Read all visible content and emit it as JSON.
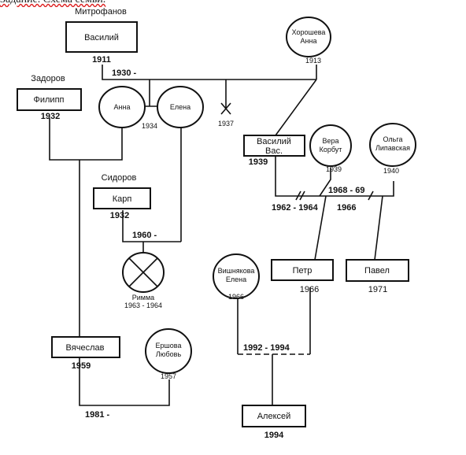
{
  "header_fragment": "Задание. Схема семьи.",
  "people": {
    "mitrofanov": {
      "surname": "Митрофанов",
      "name": "Василий",
      "year": "1911"
    },
    "khorosheva": {
      "name_line1": "Хорошева",
      "name_line2": "Анна",
      "year": "1913"
    },
    "zadorov": {
      "surname": "Задоров",
      "name": "Филипп",
      "year": "1932"
    },
    "anna": {
      "name": "Анна"
    },
    "elena": {
      "name": "Елена"
    },
    "vasiliy_vas": {
      "name_line1": "Василий",
      "name_line2": "Вас.",
      "year": "1939"
    },
    "vera": {
      "name_line1": "Вера",
      "name_line2": "Корбут",
      "year": "1939"
    },
    "olga": {
      "name_line1": "Ольга",
      "name_line2": "Липавская",
      "year": "1940"
    },
    "sidorov": {
      "surname": "Сидоров",
      "name": "Карп",
      "year": "1932"
    },
    "rimma": {
      "name": "Римма",
      "years": "1963 - 1964"
    },
    "vishnyakova": {
      "name_line1": "Вишнякова",
      "name_line2": "Елена",
      "year": "1966"
    },
    "petr": {
      "name": "Петр",
      "year": "1966"
    },
    "pavel": {
      "name": "Павел",
      "year": "1971"
    },
    "vyacheslav": {
      "name": "Вячеслав",
      "year": "1959"
    },
    "ershova": {
      "name_line1": "Ершова",
      "name_line2": "Любовь",
      "year": "1957"
    },
    "aleksey": {
      "name": "Алексей",
      "year": "1994"
    }
  },
  "marriages": {
    "mitrofanov_1930": "1930 -",
    "anna_elena_1934": "1934",
    "death_1937": "1937",
    "vas_vera": "1962 - 1964",
    "vas_olga_1968": "1968 - 69",
    "vas_olga_1966": "1966",
    "sidorov_elena": "1960 -",
    "petr_vishnyakova": "1992 - 1994",
    "vyacheslav_ershova": "1981 -"
  }
}
